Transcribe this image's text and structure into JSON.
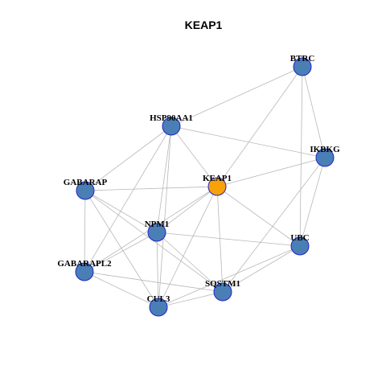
{
  "title": "KEAP1",
  "colors": {
    "node_default": "#4a7fb5",
    "node_highlight": "#f7a10b",
    "node_border": "#2222cc",
    "edge": "#b8b8b8"
  },
  "nodes": [
    {
      "id": "BTRC",
      "label": "BTRC",
      "highlight": false
    },
    {
      "id": "HSP90AA1",
      "label": "HSP90AA1",
      "highlight": false
    },
    {
      "id": "IKBKG",
      "label": "IKBKG",
      "highlight": false
    },
    {
      "id": "GABARAP",
      "label": "GABARAP",
      "highlight": false
    },
    {
      "id": "KEAP1",
      "label": "KEAP1",
      "highlight": true
    },
    {
      "id": "NPM1",
      "label": "NPM1",
      "highlight": false
    },
    {
      "id": "UBC",
      "label": "UBC",
      "highlight": false
    },
    {
      "id": "GABARAPL2",
      "label": "GABARAPL2",
      "highlight": false
    },
    {
      "id": "SQSTM1",
      "label": "SQSTM1",
      "highlight": false
    },
    {
      "id": "CUL3",
      "label": "CUL3",
      "highlight": false
    }
  ],
  "edges": [
    [
      "BTRC",
      "KEAP1"
    ],
    [
      "BTRC",
      "HSP90AA1"
    ],
    [
      "BTRC",
      "IKBKG"
    ],
    [
      "BTRC",
      "UBC"
    ],
    [
      "HSP90AA1",
      "IKBKG"
    ],
    [
      "HSP90AA1",
      "GABARAP"
    ],
    [
      "HSP90AA1",
      "KEAP1"
    ],
    [
      "HSP90AA1",
      "NPM1"
    ],
    [
      "HSP90AA1",
      "GABARAPL2"
    ],
    [
      "HSP90AA1",
      "CUL3"
    ],
    [
      "IKBKG",
      "KEAP1"
    ],
    [
      "IKBKG",
      "UBC"
    ],
    [
      "IKBKG",
      "SQSTM1"
    ],
    [
      "GABARAP",
      "KEAP1"
    ],
    [
      "GABARAP",
      "NPM1"
    ],
    [
      "GABARAP",
      "GABARAPL2"
    ],
    [
      "GABARAP",
      "SQSTM1"
    ],
    [
      "GABARAP",
      "CUL3"
    ],
    [
      "KEAP1",
      "NPM1"
    ],
    [
      "KEAP1",
      "UBC"
    ],
    [
      "KEAP1",
      "SQSTM1"
    ],
    [
      "KEAP1",
      "CUL3"
    ],
    [
      "KEAP1",
      "GABARAPL2"
    ],
    [
      "NPM1",
      "UBC"
    ],
    [
      "NPM1",
      "SQSTM1"
    ],
    [
      "NPM1",
      "CUL3"
    ],
    [
      "NPM1",
      "GABARAPL2"
    ],
    [
      "UBC",
      "SQSTM1"
    ],
    [
      "UBC",
      "CUL3"
    ],
    [
      "GABARAPL2",
      "SQSTM1"
    ],
    [
      "GABARAPL2",
      "CUL3"
    ],
    [
      "SQSTM1",
      "CUL3"
    ]
  ]
}
